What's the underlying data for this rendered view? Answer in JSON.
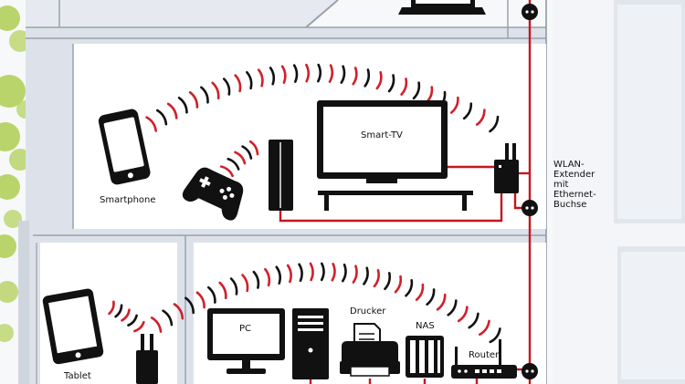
{
  "labels": {
    "smartphone": "Smartphone",
    "smart_tv": "Smart-TV",
    "extender": [
      "WLAN-",
      "Extender",
      "mit",
      "Ethernet-",
      "Buchse"
    ],
    "tablet": "Tablet",
    "pc": "PC",
    "drucker": "Drucker",
    "nas": "NAS",
    "router": "Router"
  },
  "colors": {
    "cable": "#c4171f",
    "wifi_wave": "#d0202a",
    "wall": "#dde2ea",
    "device": "#111111",
    "tree": "#b9d46a"
  },
  "icons": [
    "laptop-icon",
    "smartphone-icon",
    "gamepad-icon",
    "console-icon",
    "tv-icon",
    "tv-stand-icon",
    "wlan-extender-icon",
    "tablet-icon",
    "powerline-adapter-icon",
    "monitor-icon",
    "pc-tower-icon",
    "printer-icon",
    "nas-icon",
    "router-icon",
    "wall-socket-icon"
  ]
}
